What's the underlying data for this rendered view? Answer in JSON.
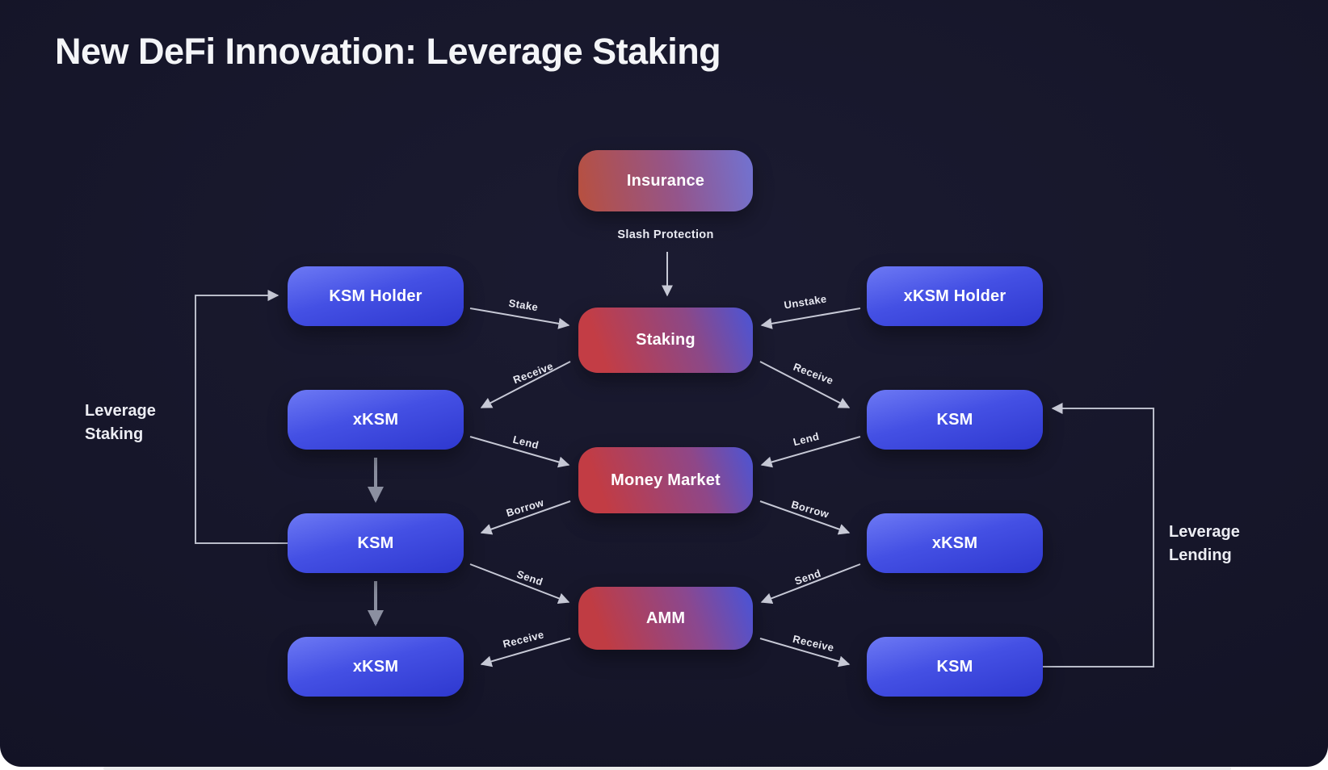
{
  "title": "New DeFi Innovation: Leverage Staking",
  "center": {
    "insurance": "Insurance",
    "slash_protection": "Slash Protection",
    "staking": "Staking",
    "money_market": "Money Market",
    "amm": "AMM"
  },
  "left_column": {
    "ksm_holder": "KSM Holder",
    "xksm_top": "xKSM",
    "ksm": "KSM",
    "xksm_bottom": "xKSM"
  },
  "right_column": {
    "xksm_holder": "xKSM Holder",
    "ksm_top": "KSM",
    "xksm": "xKSM",
    "ksm_bottom": "KSM"
  },
  "edge_labels": {
    "stake": "Stake",
    "receive_staking_left": "Receive",
    "lend_left": "Lend",
    "borrow_left": "Borrow",
    "send_left": "Send",
    "receive_amm_left": "Receive",
    "unstake": "Unstake",
    "receive_staking_right": "Receive",
    "lend_right": "Lend",
    "borrow_right": "Borrow",
    "send_right": "Send",
    "receive_amm_right": "Receive"
  },
  "annotations": {
    "leverage_staking": "Leverage\nStaking",
    "leverage_lending": "Leverage\nLending"
  },
  "colors": {
    "background": "#131325",
    "node_blue_light": "#6d79f4",
    "node_blue_dark": "#2e38cf",
    "node_red": "#c33d45",
    "node_purple_blue": "#4a55d8",
    "arrow": "#c7c9d6",
    "down_arrow": "#8b8fa0",
    "text": "#ffffff"
  }
}
